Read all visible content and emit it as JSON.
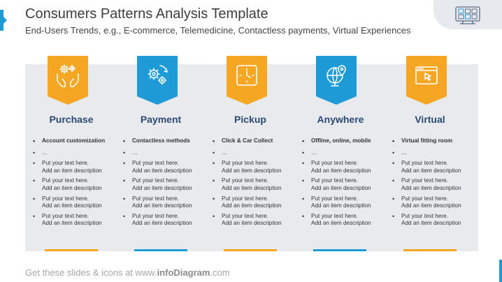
{
  "header": {
    "title": "Consumers Patterns Analysis Template",
    "subtitle": "End-Users Trends, e.g., E-commerce, Telemedicine, Contactless payments, Virtual Experiences"
  },
  "corner_icon": "computer-gallery-icon",
  "colors": {
    "orange": "#f5a623",
    "blue": "#1e9bd7",
    "navy": "#2a4a73",
    "panel": "#e8eaed"
  },
  "columns": [
    {
      "title": "Purchase",
      "icon": "hands-gears-icon",
      "color": "#f5a623",
      "highlight": "Account customization",
      "dots": "…",
      "items": [
        {
          "line1": "Put your text here.",
          "line2": "Add an item description"
        },
        {
          "line1": "Put your text here.",
          "line2": "Add an item description"
        },
        {
          "line1": "Put your text here.",
          "line2": "Add an item description"
        },
        {
          "line1": "Put your text here.",
          "line2": "Add an item description"
        }
      ]
    },
    {
      "title": "Payment",
      "icon": "gears-cycle-icon",
      "color": "#1e9bd7",
      "highlight": "Contactless methods",
      "dots": "…",
      "items": [
        {
          "line1": "Put your text here.",
          "line2": "Add an item description"
        },
        {
          "line1": "Put your text here.",
          "line2": "Add an item description"
        },
        {
          "line1": "Put your text here.",
          "line2": "Add an item description"
        },
        {
          "line1": "Put your text here.",
          "line2": "Add an item description"
        }
      ]
    },
    {
      "title": "Pickup",
      "icon": "clock-icon",
      "color": "#f5a623",
      "highlight": "Click & Car Collect",
      "dots": "…",
      "items": [
        {
          "line1": "Put your text here.",
          "line2": "Add an item description"
        },
        {
          "line1": "Put your text here.",
          "line2": "Add an item description"
        },
        {
          "line1": "Put your text here.",
          "line2": "Add an item description"
        },
        {
          "line1": "Put your text here.",
          "line2": "Add an item description"
        }
      ]
    },
    {
      "title": "Anywhere",
      "icon": "globe-location-icon",
      "color": "#1e9bd7",
      "highlight": "Offline, online, mobile",
      "dots": "…",
      "items": [
        {
          "line1": "Put your text here.",
          "line2": "Add an item description"
        },
        {
          "line1": "Put your text here.",
          "line2": "Add an item description"
        },
        {
          "line1": "Put your text here.",
          "line2": "Add an item description"
        },
        {
          "line1": "Put your text here.",
          "line2": "Add an item description"
        }
      ]
    },
    {
      "title": "Virtual",
      "icon": "browser-cursor-icon",
      "color": "#f5a623",
      "highlight": "Virtual fitting room",
      "dots": "…",
      "items": [
        {
          "line1": "Put your text here.",
          "line2": "Add an item description"
        },
        {
          "line1": "Put your text here.",
          "line2": "Add an item description"
        },
        {
          "line1": "Put your text here.",
          "line2": "Add an item description"
        },
        {
          "line1": "Put your text here.",
          "line2": "Add an item description"
        }
      ]
    }
  ],
  "footer": {
    "prefix": "Get these slides & icons at www.",
    "brand": "infoDiagram",
    "suffix": ".com"
  }
}
